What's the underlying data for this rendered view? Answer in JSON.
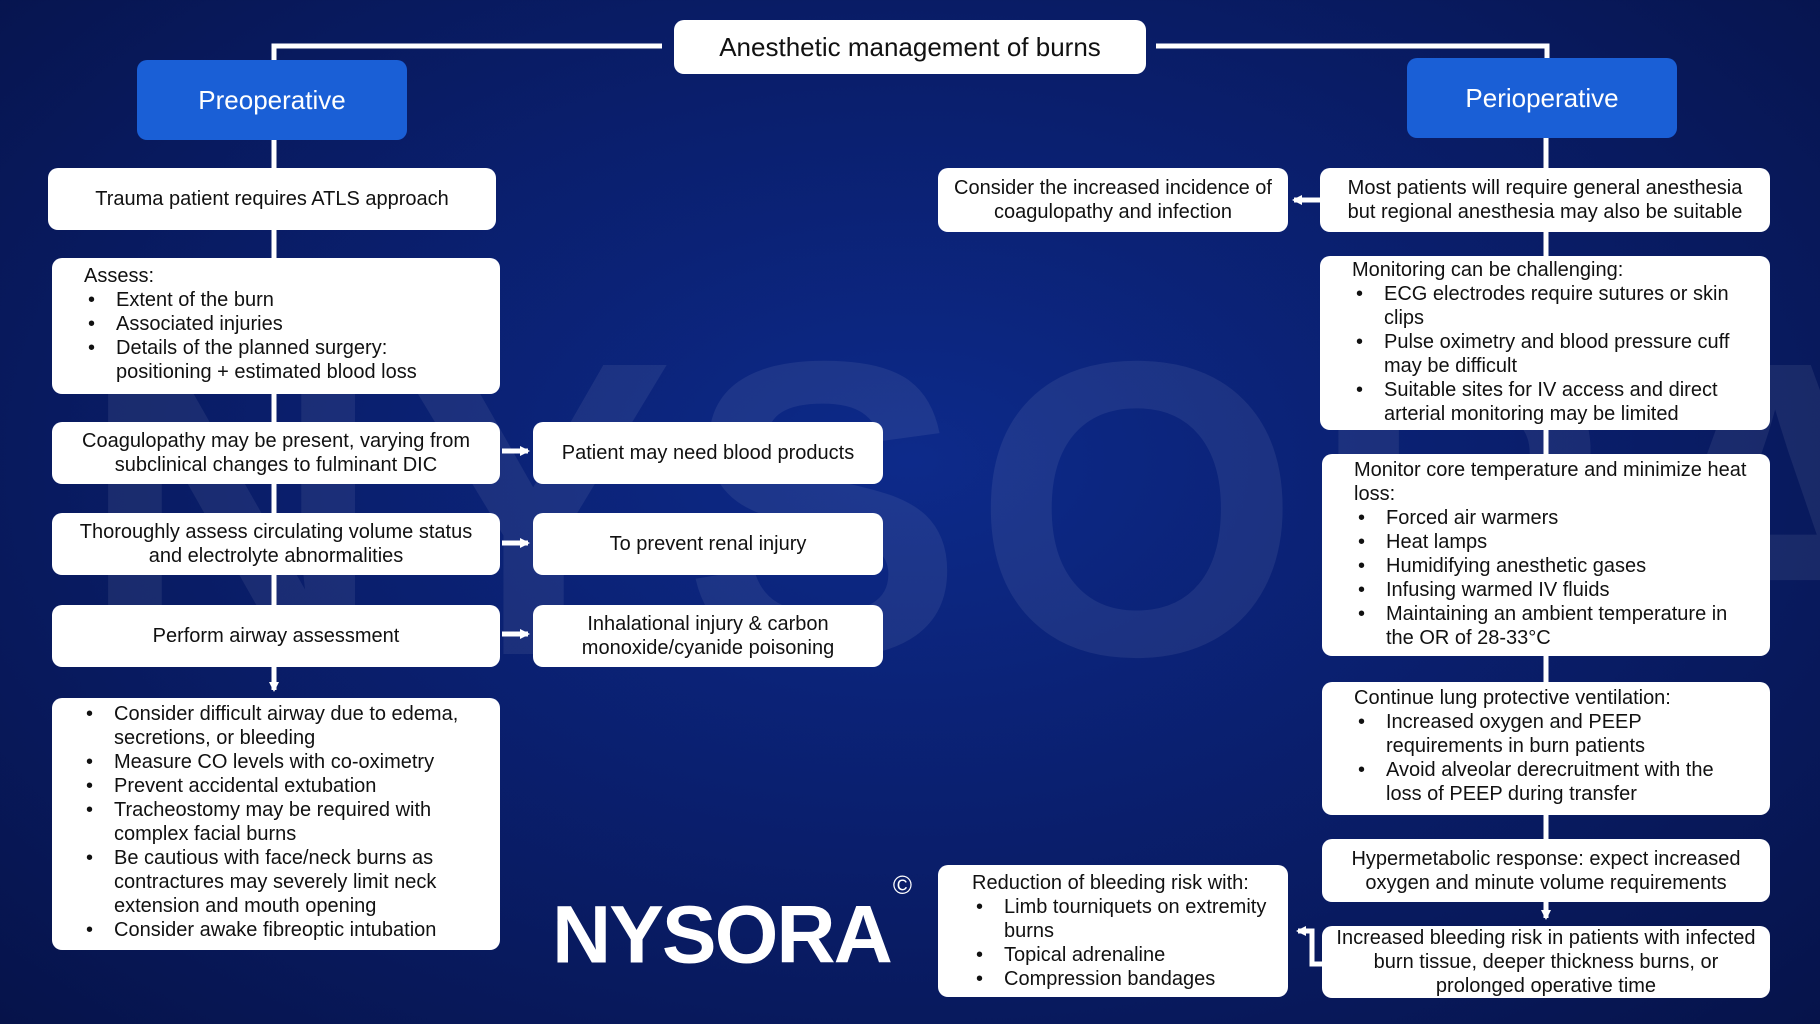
{
  "title": "Anesthetic management of burns",
  "watermark": "NYSORA",
  "logo": {
    "text": "NYSORA",
    "mark": "©"
  },
  "preoperative": {
    "header": "Preoperative",
    "atls": "Trauma patient requires ATLS approach",
    "assess": {
      "intro": "Assess:",
      "items": [
        "Extent of the burn",
        "Associated injuries",
        "Details of the planned surgery: positioning + estimated blood loss"
      ]
    },
    "coag": "Coagulopathy may be present, varying from subclinical changes to fulminant DIC",
    "blood": "Patient may need blood products",
    "volume": "Thoroughly assess circulating volume status and electrolyte abnormalities",
    "renal": "To prevent renal injury",
    "airway": "Perform airway assessment",
    "inhal": "Inhalational injury & carbon monoxide/cyanide poisoning",
    "airway_list": [
      "Consider difficult airway due to edema, secretions, or bleeding",
      "Measure CO levels with co-oximetry",
      "Prevent accidental extubation",
      "Tracheostomy may be required with complex facial burns",
      "Be cautious with face/neck burns as contractures may severely limit neck extension and mouth opening",
      "Consider awake fibreoptic intubation"
    ]
  },
  "perioperative": {
    "header": "Perioperative",
    "general": "Most patients will require general anesthesia but regional anesthesia may also be suitable",
    "coag_inf": "Consider the increased incidence of coagulopathy and infection",
    "monitoring": {
      "intro": "Monitoring can be challenging:",
      "items": [
        "ECG electrodes require sutures or skin clips",
        "Pulse oximetry and blood pressure cuff may be difficult",
        "Suitable sites for IV access and direct arterial monitoring may be limited"
      ]
    },
    "temp": {
      "intro": "Monitor core temperature and minimize heat loss:",
      "items": [
        "Forced air warmers",
        "Heat lamps",
        "Humidifying anesthetic gases",
        "Infusing warmed IV fluids",
        "Maintaining an ambient temperature in the OR of 28-33°C"
      ]
    },
    "lung": {
      "intro": "Continue lung protective ventilation:",
      "items": [
        "Increased oxygen and PEEP requirements in burn patients",
        "Avoid alveolar derecruitment with the loss of PEEP during transfer"
      ]
    },
    "hyper": "Hypermetabolic response: expect increased oxygen and minute volume requirements",
    "bleeding": "Increased bleeding risk in patients with infected burn tissue, deeper thickness burns, or prolonged operative time",
    "reduction": {
      "intro": "Reduction of bleeding risk with:",
      "items": [
        "Limb tourniquets on extremity burns",
        "Topical adrenaline",
        "Compression bandages"
      ]
    }
  }
}
